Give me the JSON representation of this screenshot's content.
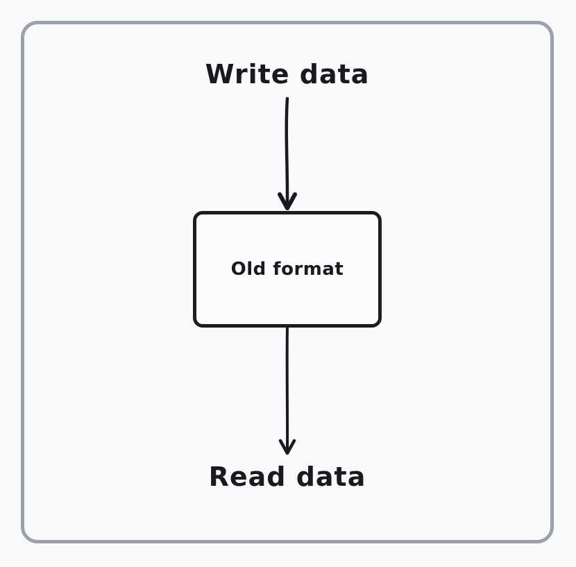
{
  "colors": {
    "page_bg": "#f8f9fb",
    "frame_border": "#9aa1ac",
    "node_border": "#1e1e1e",
    "node_fill": "#fbfcfe",
    "ink": "#1a1a1e"
  },
  "diagram": {
    "write_label": "Write data",
    "node_label": "Old format",
    "read_label": "Read data",
    "arrows": [
      {
        "name": "write-to-node",
        "direction": "down"
      },
      {
        "name": "node-to-read",
        "direction": "down"
      }
    ]
  }
}
